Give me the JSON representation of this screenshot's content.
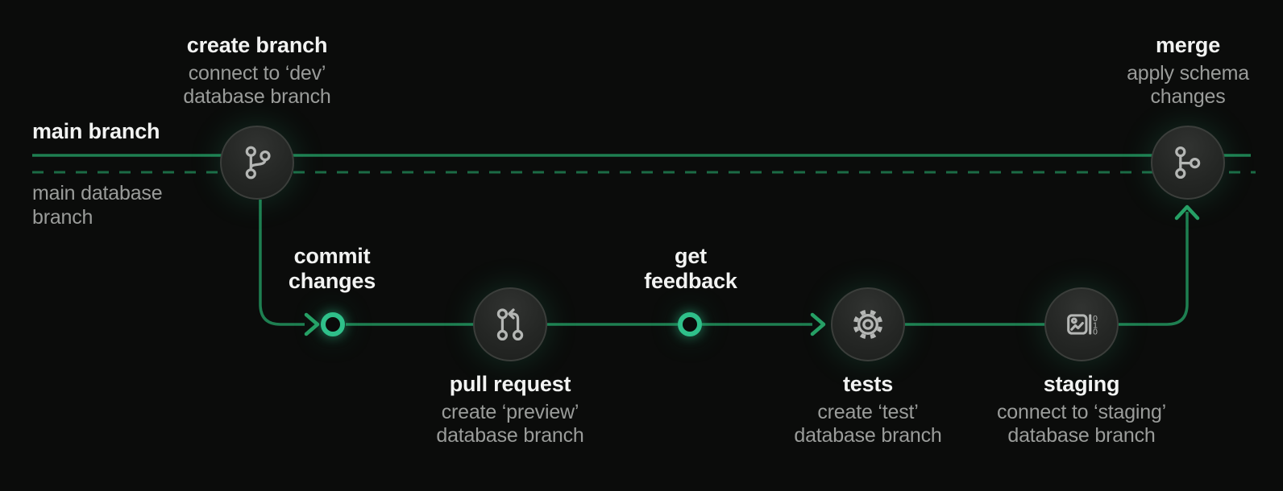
{
  "colors": {
    "bg": "#0b0c0b",
    "line": "#1e7f51",
    "dash": "#1b6b45",
    "arrow": "#26a065",
    "ring": "#2fc08a",
    "title": "#f2f3f2",
    "subtitle": "#9a9c9a",
    "icon": "#b5b7b5",
    "node-border": "#3b3e3b"
  },
  "main_lane": {
    "branch_label": "main branch",
    "database_label_line1": "main database",
    "database_label_line2": "branch"
  },
  "steps": {
    "create_branch": {
      "title": "create branch",
      "subtitle_line1": "connect to ‘dev’",
      "subtitle_line2": "database branch",
      "icon": "git-branch-icon"
    },
    "commit_changes": {
      "title_line1": "commit",
      "title_line2": "changes"
    },
    "pull_request": {
      "title": "pull request",
      "subtitle_line1": "create ‘preview’",
      "subtitle_line2": "database branch",
      "icon": "git-pull-request-icon"
    },
    "get_feedback": {
      "title_line1": "get",
      "title_line2": "feedback"
    },
    "tests": {
      "title": "tests",
      "subtitle_line1": "create ‘test’",
      "subtitle_line2": "database branch",
      "icon": "gear-icon"
    },
    "staging": {
      "title": "staging",
      "subtitle_line1": "connect to ‘staging’",
      "subtitle_line2": "database branch",
      "icon": "image-binary-icon"
    },
    "merge": {
      "title": "merge",
      "subtitle_line1": "apply schema",
      "subtitle_line2": "changes",
      "icon": "git-merge-icon"
    }
  }
}
